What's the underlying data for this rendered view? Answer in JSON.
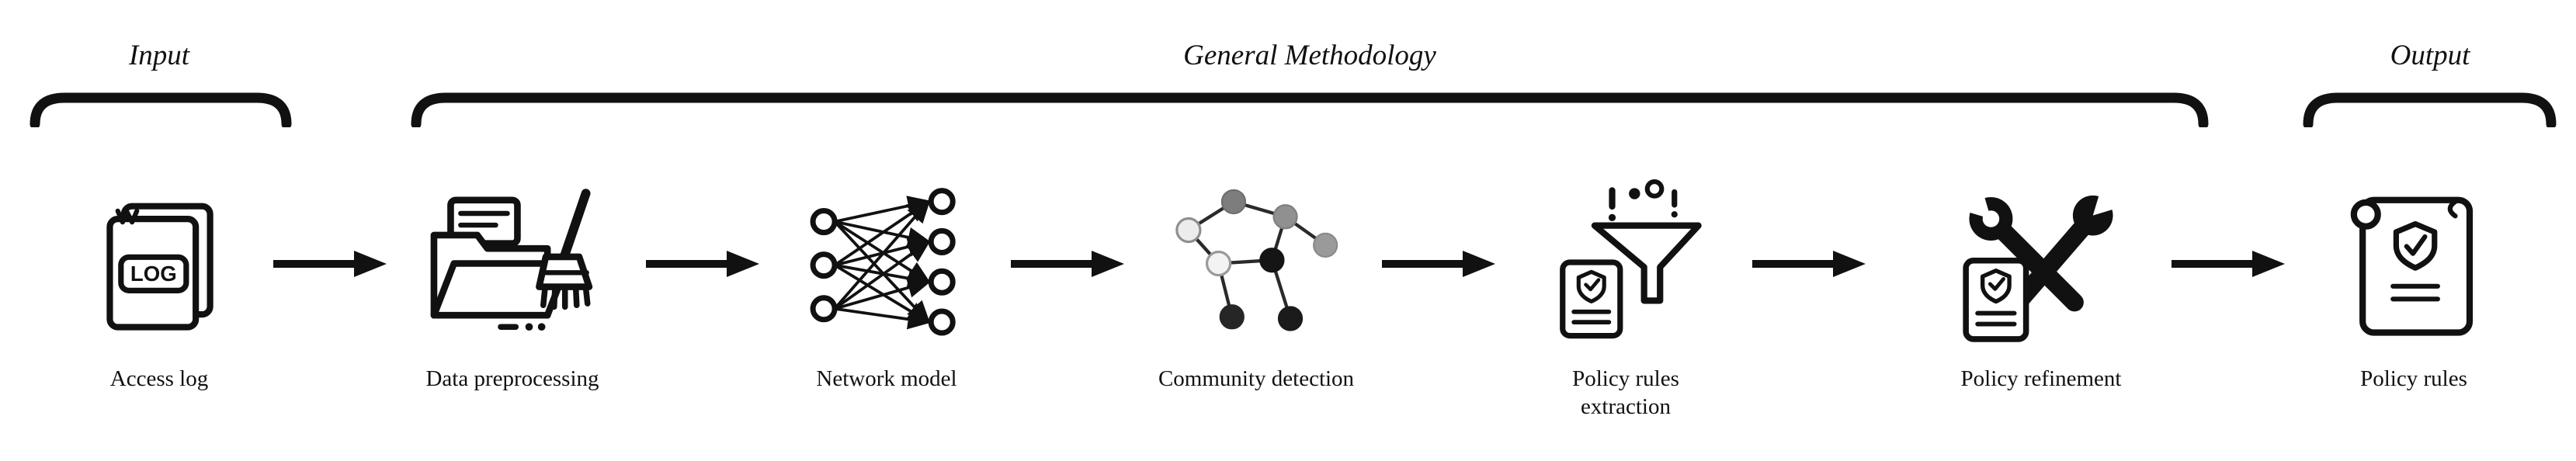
{
  "sections": {
    "input": {
      "label": "Input"
    },
    "methodology": {
      "label": "General Methodology"
    },
    "output": {
      "label": "Output"
    }
  },
  "steps": [
    {
      "label": "Access log",
      "icon": "access-log-icon"
    },
    {
      "label": "Data preprocessing",
      "icon": "data-preprocessing-icon"
    },
    {
      "label": "Network model",
      "icon": "network-model-icon"
    },
    {
      "label": "Community detection",
      "icon": "community-detection-icon"
    },
    {
      "label": "Policy rules extraction",
      "icon": "policy-rules-extraction-icon"
    },
    {
      "label": "Policy refinement",
      "icon": "policy-refinement-icon"
    },
    {
      "label": "Policy rules",
      "icon": "policy-rules-icon"
    }
  ],
  "icon_text": {
    "access_log": "LOG"
  },
  "flow": {
    "direction": "left-to-right",
    "arrows": 6
  },
  "colors": {
    "ink": "#111111",
    "background": "#ffffff",
    "community_nodes": [
      "#ececec",
      "#7d7d7d",
      "#909090",
      "#f3f3f3",
      "#151515",
      "#262626",
      "#1b1b1b",
      "#9a9a9a"
    ]
  }
}
